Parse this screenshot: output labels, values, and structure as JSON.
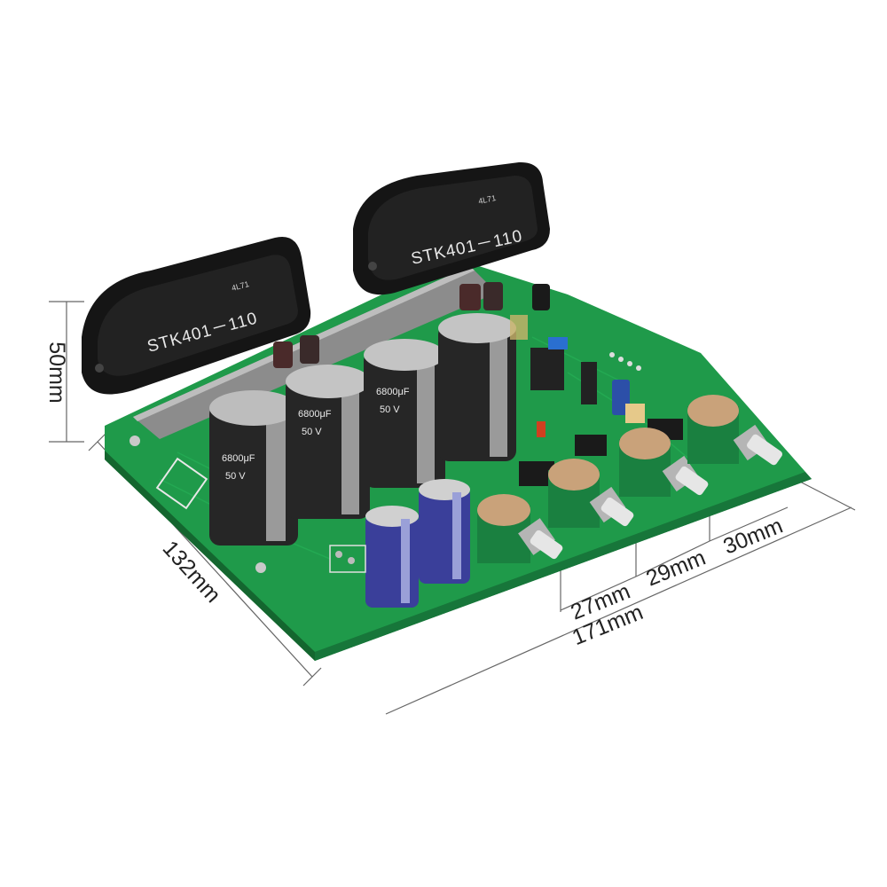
{
  "chips": [
    {
      "label": "STK401－110",
      "code": "4L71"
    },
    {
      "label": "STK401－110",
      "code": "4L71"
    }
  ],
  "capacitor_labels": {
    "value": "6800μF",
    "voltage": "50 V"
  },
  "dimensions": {
    "height": "50mm",
    "depth": "132mm",
    "width": "171mm",
    "gap1": "27mm",
    "gap2": "29mm",
    "gap3": "30mm"
  },
  "colors": {
    "pcb": "#1f9a4a",
    "pcb_edge": "#17763a",
    "chip": "#1c1c1c",
    "cap_black": "#262626",
    "cap_blue": "#3a3f9a",
    "line": "#555555"
  }
}
